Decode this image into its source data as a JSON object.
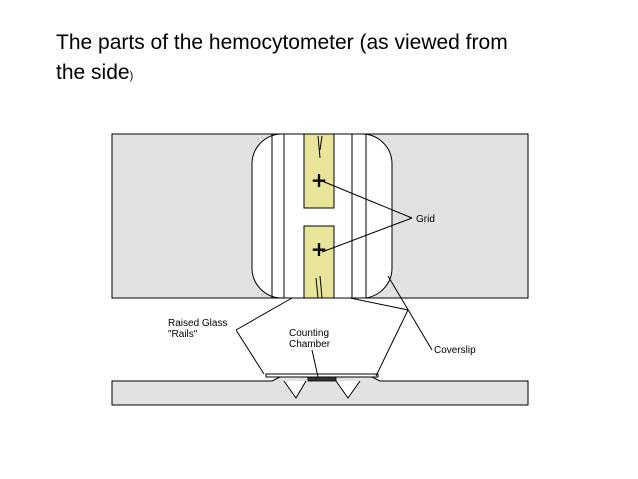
{
  "slide": {
    "title_main": "The parts of the hemocytometer (as viewed from the side",
    "title_close": ")"
  },
  "diagram": {
    "labels": {
      "grid": "Grid",
      "raised_rails_line1": "Raised Glass",
      "raised_rails_line2": "\"Rails\"",
      "counting_line1": "Counting",
      "counting_line2": "Chamber",
      "coverslip": "Coverslip"
    },
    "grid_markers": [
      "+",
      "+"
    ],
    "colors": {
      "slide_body": "#e2e2e2",
      "grid_fill": "#e8e49a",
      "outline": "#000000",
      "background": "#ffffff"
    }
  }
}
